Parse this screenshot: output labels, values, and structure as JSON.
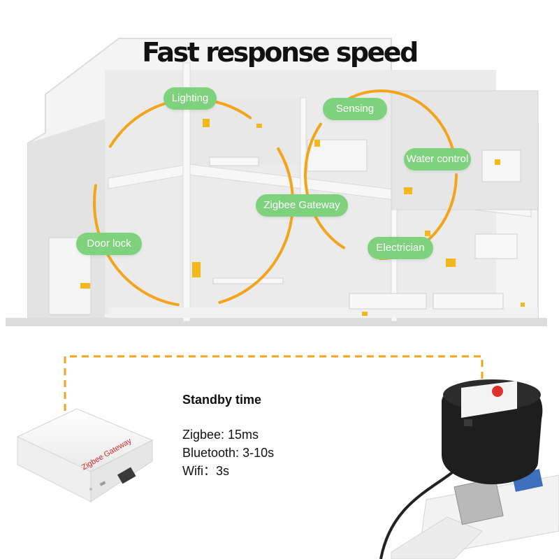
{
  "title": "Fast response speed",
  "labels": {
    "lighting": "Lighting",
    "sensing": "Sensing",
    "water_control": "Water control",
    "zigbee_gateway": "Zigbee Gateway",
    "door_lock": "Door lock",
    "electrician": "Electrician"
  },
  "standby": {
    "heading": "Standby time",
    "zigbee": "Zigbee: 15ms",
    "bluetooth": "Bluetooth: 3-10s",
    "wifi": "Wifi：3s"
  },
  "device": {
    "gateway_print": "Zigbee Gateway"
  },
  "colors": {
    "accent_orange": "#f2a51a",
    "label_green": "#7fd27d",
    "valve_black": "#1e1e1e",
    "valve_red": "#e0322d",
    "house_grey": "#e9e9e9"
  }
}
